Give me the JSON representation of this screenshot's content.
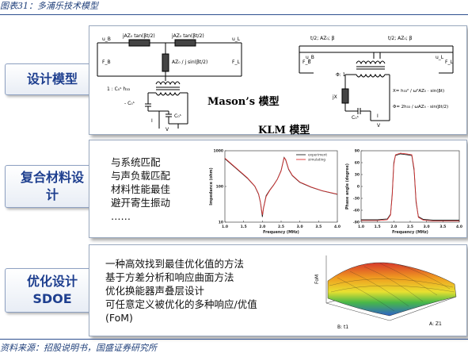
{
  "figure": {
    "title": "图表31：多浦乐技术模型",
    "source": "资料来源：招股说明书，国盛证券研究所"
  },
  "rows": [
    {
      "label_lines": [
        "设计模型"
      ]
    },
    {
      "label_lines": [
        "复合材料设",
        "计"
      ]
    },
    {
      "label_lines": [
        "优化设计",
        "SDOE"
      ]
    }
  ],
  "design_model": {
    "mason_label": "Mason’s 模型",
    "klm_label": "KLM 模型",
    "mason_circuit": {
      "z1": "jAZ₀ tan(βt/2)",
      "z2": "jAZ₀ tan(βt/2)",
      "z3": "AZ₀ / j sin(βt/2)",
      "ratio": "1 : C₀ˢ h₃₃",
      "neg_cap": "- C₀ˢ",
      "cap": "C₀ˢ",
      "force_left": "F_B",
      "force_right": "F_L",
      "vel_left": "u_B",
      "vel_right": "u_L",
      "current": "I",
      "voltage": "V"
    },
    "klm_circuit": {
      "seg1": "t/2;  AZ₀;  β",
      "seg2": "t/2;  AZ₀;  β",
      "phi": "Φ: 1",
      "jx": "jX",
      "cap": "C₀ˢ",
      "x_formula": "X= h₃₃² / ω²AZ₀ · sin(βt)",
      "phi_formula": "Φ= 2h₃₃ / ωAZ₀ · sin(βt/2)",
      "force_left": "F_B",
      "force_right": "F_L",
      "vel_left": "u_B",
      "vel_right": "u_L",
      "current": "I",
      "voltage": "V"
    }
  },
  "composite": {
    "bullets": [
      "与系统匹配",
      "与声负载匹配",
      "材料性能最佳",
      "避开寄生振动",
      "……"
    ]
  },
  "sdoe": {
    "lines": [
      "一种高效找到最佳优化值的方法",
      "基于方差分析和响应曲面方法",
      "优化换能器声叠层设计",
      "可任意定义被优化的多种响应/优值",
      "(FoM)"
    ],
    "surface_labels": {
      "z": "FoM",
      "x": "A: Z1",
      "y": "B: t1"
    }
  },
  "chart_data": [
    {
      "type": "line",
      "ylabel": "Impedance (ohm)",
      "xlabel": "Frequency (MHz)",
      "xlim": [
        1.0,
        4.0
      ],
      "ylim_log": [
        10,
        1000
      ],
      "xticks": [
        "1.0",
        "1.5",
        "2.0",
        "2.5",
        "3.0",
        "3.5",
        "4.0"
      ],
      "yticks": [
        "10",
        "100",
        "1000"
      ],
      "yscale": "log",
      "legend": [
        "experiment",
        "simulating"
      ],
      "legend_position": "top-right",
      "colors": [
        "#222222",
        "#e03030"
      ],
      "series": [
        {
          "name": "experiment",
          "x": [
            1.0,
            1.3,
            1.6,
            1.8,
            1.9,
            1.95,
            2.0,
            2.03,
            2.1,
            2.2,
            2.3,
            2.4,
            2.5,
            2.58,
            2.62,
            2.7,
            2.8,
            3.0,
            3.3,
            3.6,
            4.0
          ],
          "y": [
            600,
            320,
            170,
            100,
            60,
            35,
            14,
            25,
            55,
            80,
            110,
            160,
            280,
            650,
            560,
            300,
            200,
            130,
            95,
            75,
            60
          ]
        },
        {
          "name": "simulating",
          "x": [
            1.0,
            1.3,
            1.6,
            1.8,
            1.9,
            1.95,
            2.0,
            2.03,
            2.1,
            2.2,
            2.3,
            2.4,
            2.5,
            2.58,
            2.62,
            2.7,
            2.8,
            3.0,
            3.3,
            3.6,
            4.0
          ],
          "y": [
            620,
            330,
            175,
            102,
            62,
            36,
            16,
            24,
            52,
            78,
            108,
            158,
            270,
            630,
            580,
            310,
            205,
            133,
            97,
            76,
            61
          ]
        }
      ]
    },
    {
      "type": "line",
      "ylabel": "Phase angle (degree)",
      "xlabel": "Frequency (MHz)",
      "xlim": [
        1.0,
        4.0
      ],
      "ylim": [
        -90,
        90
      ],
      "xticks": [
        "1.0",
        "1.5",
        "2.0",
        "2.5",
        "3.0",
        "3.5",
        "4.0"
      ],
      "yticks": [
        "-90",
        "-60",
        "-30",
        "0",
        "30",
        "60",
        "90"
      ],
      "colors": [
        "#222222",
        "#e03030"
      ],
      "series": [
        {
          "name": "experiment",
          "x": [
            1.0,
            1.5,
            1.8,
            1.9,
            1.95,
            2.0,
            2.05,
            2.2,
            2.4,
            2.55,
            2.62,
            2.68,
            2.75,
            2.9,
            3.2,
            3.6,
            4.0
          ],
          "y": [
            -84,
            -84,
            -82,
            -70,
            -20,
            60,
            78,
            82,
            80,
            78,
            40,
            -40,
            -76,
            -83,
            -85,
            -85,
            -85
          ]
        },
        {
          "name": "simulating",
          "x": [
            1.0,
            1.5,
            1.8,
            1.9,
            1.95,
            2.0,
            2.05,
            2.2,
            2.4,
            2.55,
            2.62,
            2.68,
            2.75,
            2.9,
            3.2,
            3.6,
            4.0
          ],
          "y": [
            -86,
            -86,
            -84,
            -72,
            -25,
            55,
            80,
            84,
            82,
            80,
            45,
            -35,
            -78,
            -85,
            -87,
            -87,
            -87
          ]
        }
      ]
    }
  ]
}
